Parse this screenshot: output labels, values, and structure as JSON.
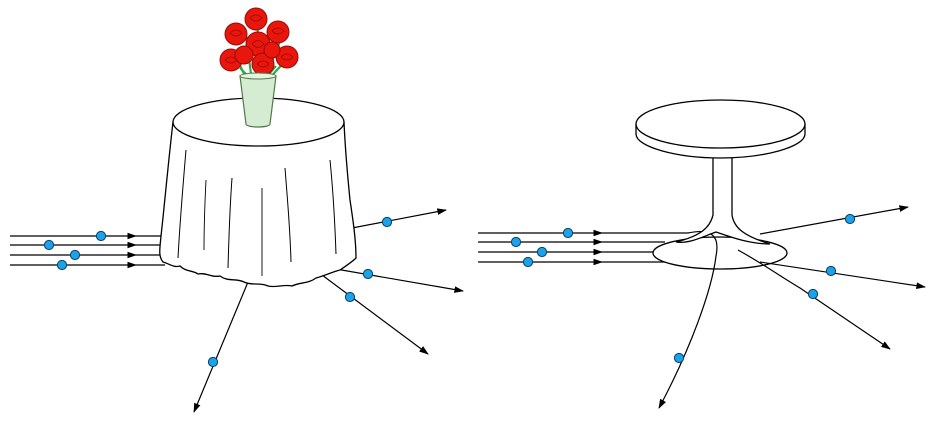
{
  "colors": {
    "background": "#ffffff",
    "line": "#000000",
    "particle_fill": "#1aa3e8",
    "particle_stroke": "#0a3d66",
    "vase_fill": "#d6ecd2",
    "vase_stroke": "#4f7a4a",
    "rose": "#e8160c",
    "rose_dark": "#9c0a05",
    "stem": "#2fa84f"
  },
  "panels": [
    {
      "id": "left",
      "description_key": "covered-table-with-vase-of-roses"
    },
    {
      "id": "right",
      "description_key": "bare-pedestal-table"
    }
  ]
}
